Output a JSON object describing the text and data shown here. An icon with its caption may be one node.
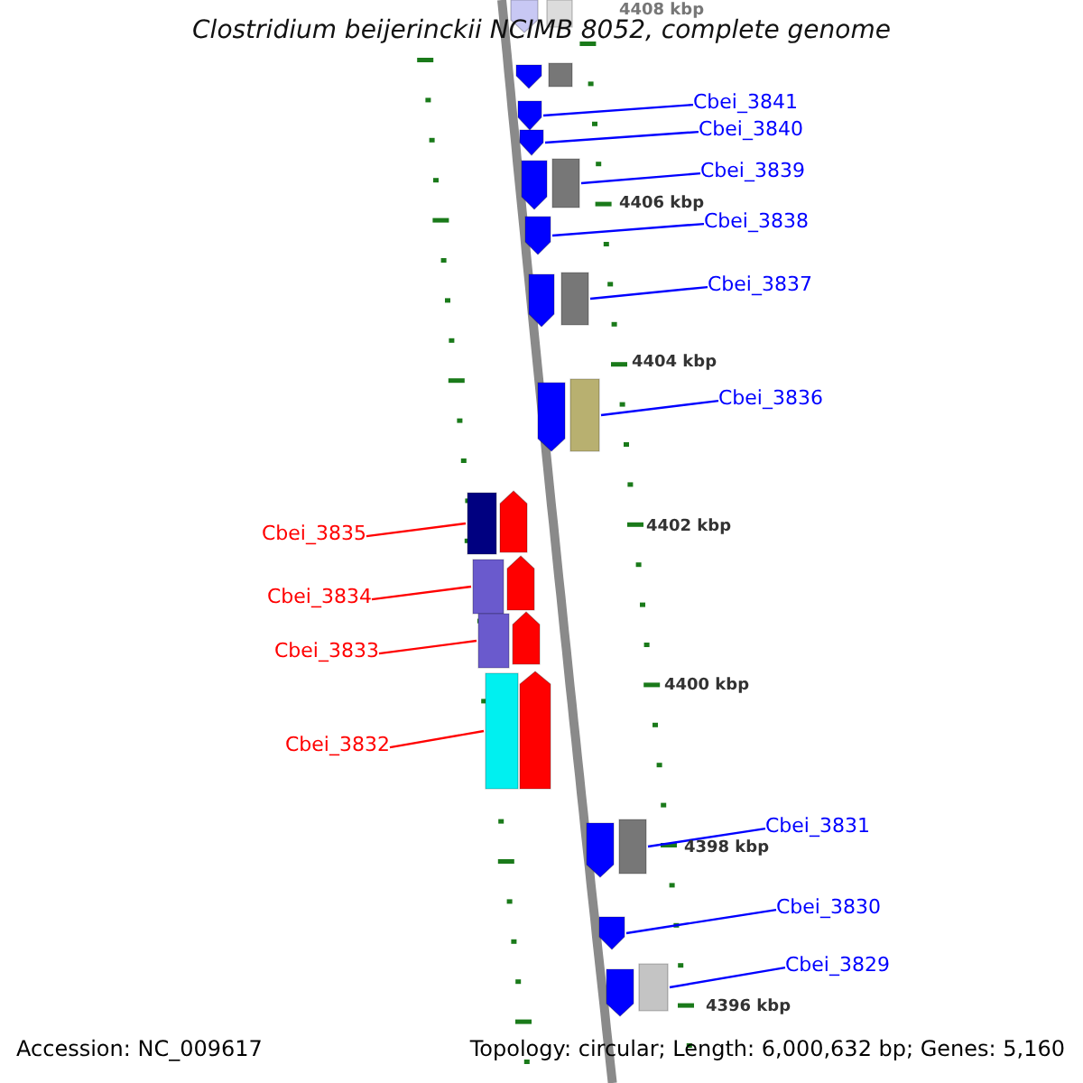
{
  "diagram": {
    "title": "Clostridium beijerinckii NCIMB 8052, complete genome",
    "nodes": [
      {
        "text": [
          "Cbei_3841"
        ]
      },
      {
        "text": [
          "Cbei_3840"
        ]
      },
      {
        "text": [
          "Cbei_3839"
        ]
      },
      {
        "text": [
          "Cbei_3838"
        ]
      },
      {
        "text": [
          "Cbei_3837"
        ]
      },
      {
        "text": [
          "Cbei_3836"
        ]
      },
      {
        "text": [
          "Cbei_3835"
        ]
      },
      {
        "text": [
          "Cbei_3834"
        ]
      },
      {
        "text": [
          "Cbei_3833"
        ]
      },
      {
        "text": [
          "Cbei_3832"
        ]
      },
      {
        "text": [
          "Cbei_3831"
        ]
      },
      {
        "text": [
          "Cbei_3830"
        ]
      },
      {
        "text": [
          "Cbei_3829"
        ]
      },
      {
        "text": [],
        "shape": "arrow"
      },
      {
        "text": [],
        "shape": "box"
      },
      {
        "text": [],
        "shape": "arrow"
      },
      {
        "text": [],
        "shape": "box"
      },
      {
        "text": [],
        "shape": "arrow"
      },
      {
        "text": [],
        "shape": "arrow"
      },
      {
        "text": [],
        "shape": "arrow"
      },
      {
        "text": [],
        "shape": "box"
      },
      {
        "text": [],
        "shape": "arrow"
      },
      {
        "text": [],
        "shape": "arrow"
      },
      {
        "text": [],
        "shape": "box"
      },
      {
        "text": [],
        "shape": "arrow"
      },
      {
        "text": [],
        "shape": "box"
      },
      {
        "text": [],
        "shape": "box"
      },
      {
        "text": [],
        "shape": "arrow"
      },
      {
        "text": [],
        "shape": "box"
      },
      {
        "text": [],
        "shape": "arrow"
      },
      {
        "text": [],
        "shape": "box"
      },
      {
        "text": [],
        "shape": "arrow"
      },
      {
        "text": [],
        "shape": "box"
      },
      {
        "text": [],
        "shape": "arrow"
      },
      {
        "text": [],
        "shape": "arrow"
      },
      {
        "text": [],
        "shape": "box"
      },
      {
        "text": [],
        "shape": "arrow"
      },
      {
        "text": [],
        "shape": "arrow"
      },
      {
        "text": [],
        "shape": "box"
      }
    ],
    "edges": [
      {
        "from": 0,
        "to": 17,
        "arrow": "none"
      },
      {
        "from": 1,
        "to": 18,
        "arrow": "none"
      },
      {
        "from": 2,
        "to": 20,
        "arrow": "none"
      },
      {
        "from": 3,
        "to": 21,
        "arrow": "none"
      },
      {
        "from": 4,
        "to": 23,
        "arrow": "none"
      },
      {
        "from": 5,
        "to": 25,
        "arrow": "none"
      },
      {
        "from": 6,
        "to": 26,
        "arrow": "none",
        "color": "#ff0000"
      },
      {
        "from": 7,
        "to": 28,
        "arrow": "none",
        "color": "#ff0000"
      },
      {
        "from": 8,
        "to": 30,
        "arrow": "none",
        "color": "#ff0000"
      },
      {
        "from": 9,
        "to": 32,
        "arrow": "none",
        "color": "#ff0000"
      },
      {
        "from": 10,
        "to": 35,
        "arrow": "none"
      },
      {
        "from": 11,
        "to": 36,
        "arrow": "none"
      },
      {
        "from": 12,
        "to": 38,
        "arrow": "none"
      }
    ],
    "labels": [
      "4408 kbp",
      "4406 kbp",
      "4404 kbp",
      "4402 kbp",
      "4400 kbp",
      "4398 kbp",
      "4396 kbp",
      "Accession: NC_009617",
      "Topology: circular; Length: 6,000,632 bp; Genes: 5,160"
    ]
  }
}
